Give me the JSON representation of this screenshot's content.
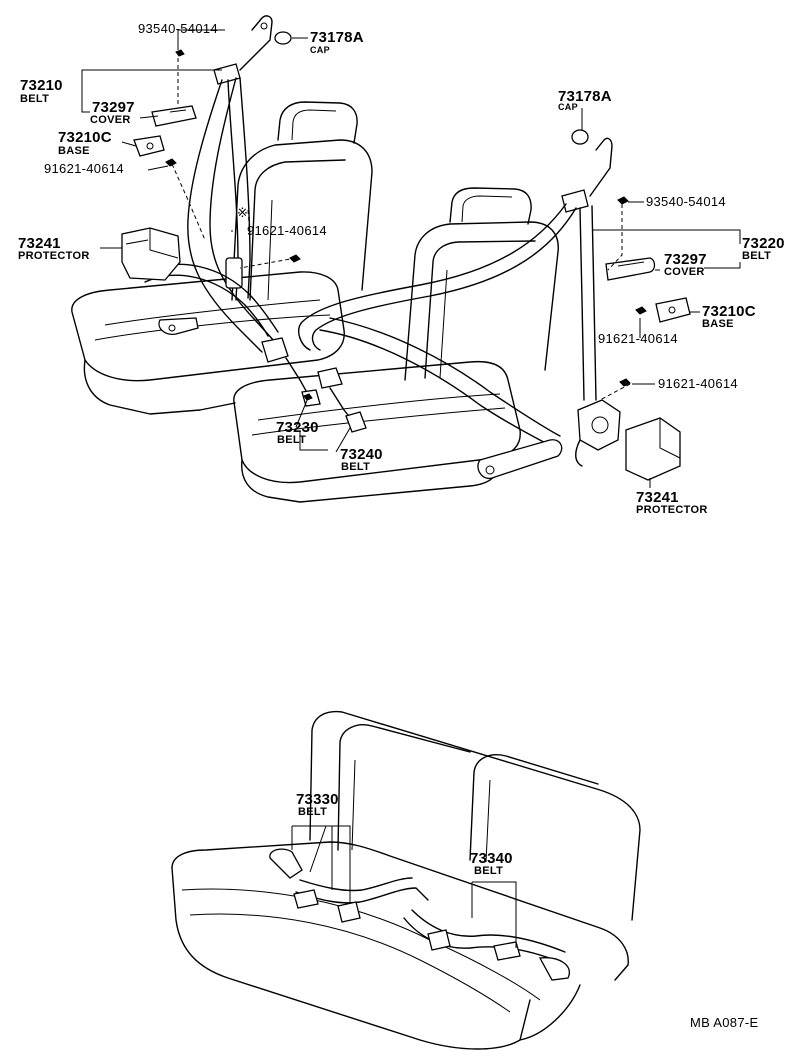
{
  "labels": {
    "bolt_9354_left": "93540-54014",
    "cap_left_pn": "73178A",
    "cap_left_desc": "CAP",
    "belt_73210_pn": "73210",
    "belt_73210_desc": "BELT",
    "cover_left_pn": "73297",
    "cover_left_desc": "COVER",
    "base_left_pn": "73210C",
    "base_left_desc": "BASE",
    "bolt_9162_left_a": "91621-40614",
    "protector_left_pn": "73241",
    "protector_left_desc": "PROTECTOR",
    "asterisk": "※",
    "bolt_9162_left_b": "91621-40614",
    "belt_73230_pn": "73230",
    "belt_73230_desc": "BELT",
    "belt_73240_pn": "73240",
    "belt_73240_desc": "BELT",
    "cap_right_pn": "73178A",
    "cap_right_desc": "CAP",
    "bolt_9354_right": "93540-54014",
    "belt_73220_pn": "73220",
    "belt_73220_desc": "BELT",
    "cover_right_pn": "73297",
    "cover_right_desc": "COVER",
    "base_right_pn": "73210C",
    "base_right_desc": "BASE",
    "bolt_9162_right_a": "91621-40614",
    "bolt_9162_right_b": "91621-40614",
    "protector_right_pn": "73241",
    "protector_right_desc": "PROTECTOR",
    "belt_73330_pn": "73330",
    "belt_73330_desc": "BELT",
    "belt_73340_pn": "73340",
    "belt_73340_desc": "BELT",
    "figure_code": "MB A087-E"
  }
}
